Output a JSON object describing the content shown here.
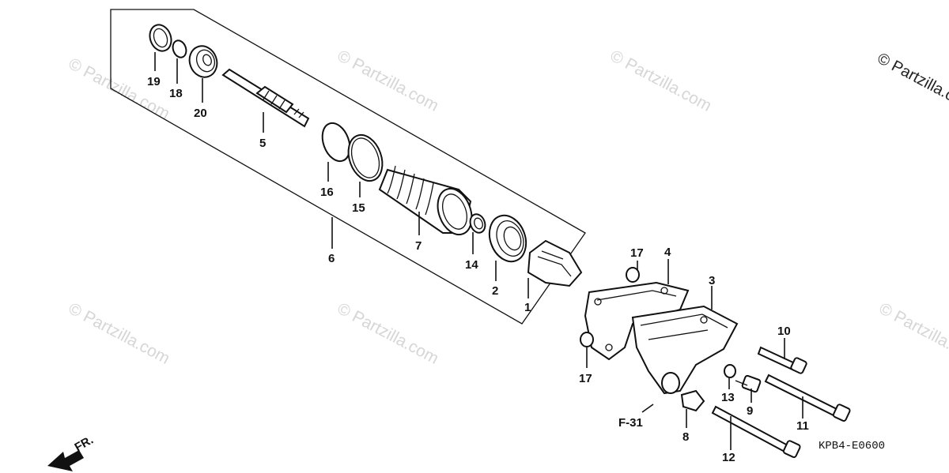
{
  "watermark": {
    "text": "© Partzilla.com",
    "corner_text": "© Partzilla.com"
  },
  "diagram_code": "KPB4-E0600",
  "ref_label": "F-31",
  "direction_label": "FR.",
  "callouts": {
    "p1": "1",
    "p2": "2",
    "p3": "3",
    "p4": "4",
    "p5": "5",
    "p6": "6",
    "p7": "7",
    "p8": "8",
    "p9": "9",
    "p10": "10",
    "p11": "11",
    "p12": "12",
    "p13": "13",
    "p14": "14",
    "p15": "15",
    "p16": "16",
    "p17a": "17",
    "p17b": "17",
    "p18": "18",
    "p19": "19",
    "p20": "20"
  }
}
